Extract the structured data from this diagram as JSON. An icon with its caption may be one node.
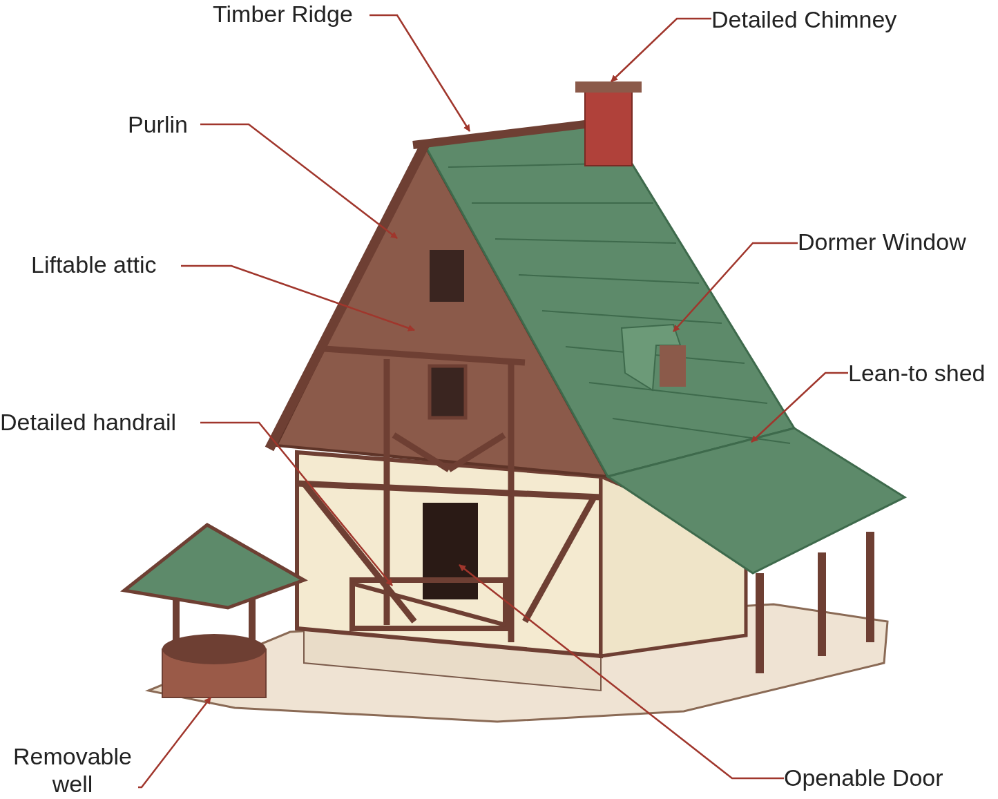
{
  "diagram": {
    "nodes": [
      {
        "text": [
          "Timber Ridge"
        ]
      },
      {
        "text": [
          "Detailed Chimney"
        ]
      },
      {
        "text": [
          "Purlin"
        ]
      },
      {
        "text": [
          "Dormer Window"
        ]
      },
      {
        "text": [
          "Liftable attic"
        ]
      },
      {
        "text": [
          "Lean-to shed"
        ]
      },
      {
        "text": [
          "Detailed handrail"
        ]
      },
      {
        "text": [
          "Removable well"
        ]
      },
      {
        "text": [
          "Openable Door"
        ]
      }
    ],
    "edges": [
      {
        "from": 0,
        "to": null,
        "arrow": "to"
      },
      {
        "from": 1,
        "to": null,
        "arrow": "to"
      },
      {
        "from": 2,
        "to": null,
        "arrow": "to"
      },
      {
        "from": 3,
        "to": null,
        "arrow": "to"
      },
      {
        "from": 4,
        "to": null,
        "arrow": "to"
      },
      {
        "from": 5,
        "to": null,
        "arrow": "to"
      },
      {
        "from": 6,
        "to": null,
        "arrow": "to"
      },
      {
        "from": 7,
        "to": null,
        "arrow": "to"
      },
      {
        "from": 8,
        "to": null,
        "arrow": "to"
      }
    ]
  }
}
